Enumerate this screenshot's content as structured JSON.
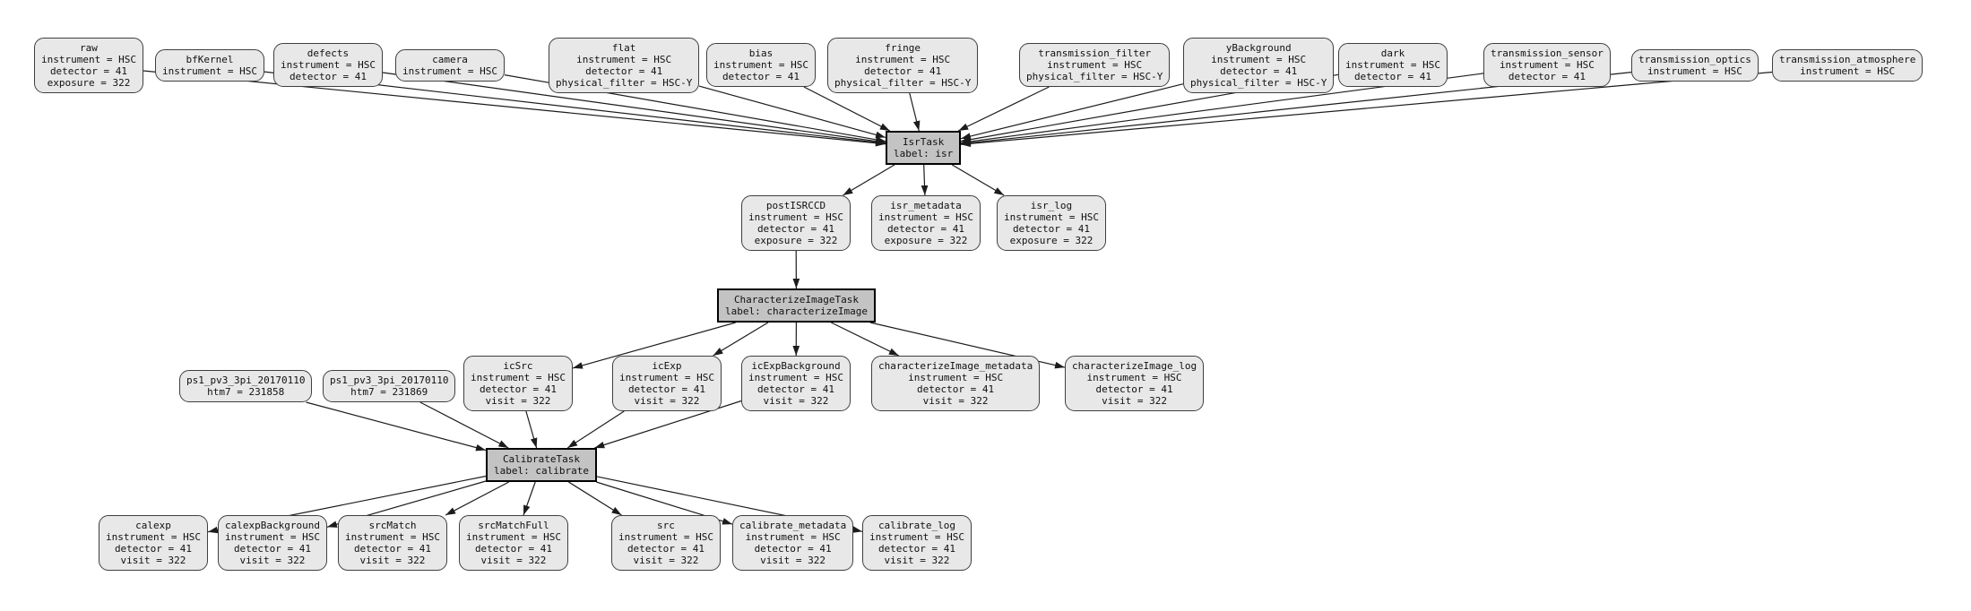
{
  "colors": {
    "page_bg": "#ffffff",
    "dataset_fill": "#e8e8e8",
    "dataset_border": "#3f3f3f",
    "task_fill": "#c3c3c3",
    "task_border": "#000000",
    "edge_color": "#1c1c1c"
  },
  "graph": {
    "nodes": [
      {
        "id": "raw",
        "kind": "dataset",
        "lines": [
          "raw",
          "instrument = HSC",
          "detector = 41",
          "exposure = 322"
        ]
      },
      {
        "id": "bfKernel",
        "kind": "dataset",
        "lines": [
          "bfKernel",
          "instrument = HSC"
        ]
      },
      {
        "id": "defects",
        "kind": "dataset",
        "lines": [
          "defects",
          "instrument = HSC",
          "detector = 41"
        ]
      },
      {
        "id": "camera",
        "kind": "dataset",
        "lines": [
          "camera",
          "instrument = HSC"
        ]
      },
      {
        "id": "flat",
        "kind": "dataset",
        "lines": [
          "flat",
          "instrument = HSC",
          "detector = 41",
          "physical_filter = HSC-Y"
        ]
      },
      {
        "id": "bias",
        "kind": "dataset",
        "lines": [
          "bias",
          "instrument = HSC",
          "detector = 41"
        ]
      },
      {
        "id": "fringe",
        "kind": "dataset",
        "lines": [
          "fringe",
          "instrument = HSC",
          "detector = 41",
          "physical_filter = HSC-Y"
        ]
      },
      {
        "id": "transmission_filter",
        "kind": "dataset",
        "lines": [
          "transmission_filter",
          "instrument = HSC",
          "physical_filter = HSC-Y"
        ]
      },
      {
        "id": "yBackground",
        "kind": "dataset",
        "lines": [
          "yBackground",
          "instrument = HSC",
          "detector = 41",
          "physical_filter = HSC-Y"
        ]
      },
      {
        "id": "dark",
        "kind": "dataset",
        "lines": [
          "dark",
          "instrument = HSC",
          "detector = 41"
        ]
      },
      {
        "id": "transmission_sensor",
        "kind": "dataset",
        "lines": [
          "transmission_sensor",
          "instrument = HSC",
          "detector = 41"
        ]
      },
      {
        "id": "transmission_optics",
        "kind": "dataset",
        "lines": [
          "transmission_optics",
          "instrument = HSC"
        ]
      },
      {
        "id": "transmission_atmosphere",
        "kind": "dataset",
        "lines": [
          "transmission_atmosphere",
          "instrument = HSC"
        ]
      },
      {
        "id": "isr",
        "kind": "task",
        "lines": [
          "IsrTask",
          "label: isr"
        ]
      },
      {
        "id": "postISRCCD",
        "kind": "dataset",
        "lines": [
          "postISRCCD",
          "instrument = HSC",
          "detector = 41",
          "exposure = 322"
        ]
      },
      {
        "id": "isr_metadata",
        "kind": "dataset",
        "lines": [
          "isr_metadata",
          "instrument = HSC",
          "detector = 41",
          "exposure = 322"
        ]
      },
      {
        "id": "isr_log",
        "kind": "dataset",
        "lines": [
          "isr_log",
          "instrument = HSC",
          "detector = 41",
          "exposure = 322"
        ]
      },
      {
        "id": "characterizeImage",
        "kind": "task",
        "lines": [
          "CharacterizeImageTask",
          "label: characterizeImage"
        ]
      },
      {
        "id": "ps1_pv3_3pi_20170110_231858",
        "kind": "dataset",
        "lines": [
          "ps1_pv3_3pi_20170110",
          "htm7 = 231858"
        ]
      },
      {
        "id": "ps1_pv3_3pi_20170110_231869",
        "kind": "dataset",
        "lines": [
          "ps1_pv3_3pi_20170110",
          "htm7 = 231869"
        ]
      },
      {
        "id": "icSrc",
        "kind": "dataset",
        "lines": [
          "icSrc",
          "instrument = HSC",
          "detector = 41",
          "visit = 322"
        ]
      },
      {
        "id": "icExp",
        "kind": "dataset",
        "lines": [
          "icExp",
          "instrument = HSC",
          "detector = 41",
          "visit = 322"
        ]
      },
      {
        "id": "icExpBackground",
        "kind": "dataset",
        "lines": [
          "icExpBackground",
          "instrument = HSC",
          "detector = 41",
          "visit = 322"
        ]
      },
      {
        "id": "characterizeImage_metadata",
        "kind": "dataset",
        "lines": [
          "characterizeImage_metadata",
          "instrument = HSC",
          "detector = 41",
          "visit = 322"
        ]
      },
      {
        "id": "characterizeImage_log",
        "kind": "dataset",
        "lines": [
          "characterizeImage_log",
          "instrument = HSC",
          "detector = 41",
          "visit = 322"
        ]
      },
      {
        "id": "calibrate",
        "kind": "task",
        "lines": [
          "CalibrateTask",
          "label: calibrate"
        ]
      },
      {
        "id": "calexp",
        "kind": "dataset",
        "lines": [
          "calexp",
          "instrument = HSC",
          "detector = 41",
          "visit = 322"
        ]
      },
      {
        "id": "calexpBackground",
        "kind": "dataset",
        "lines": [
          "calexpBackground",
          "instrument = HSC",
          "detector = 41",
          "visit = 322"
        ]
      },
      {
        "id": "srcMatch",
        "kind": "dataset",
        "lines": [
          "srcMatch",
          "instrument = HSC",
          "detector = 41",
          "visit = 322"
        ]
      },
      {
        "id": "srcMatchFull",
        "kind": "dataset",
        "lines": [
          "srcMatchFull",
          "instrument = HSC",
          "detector = 41",
          "visit = 322"
        ]
      },
      {
        "id": "src",
        "kind": "dataset",
        "lines": [
          "src",
          "instrument = HSC",
          "detector = 41",
          "visit = 322"
        ]
      },
      {
        "id": "calibrate_metadata",
        "kind": "dataset",
        "lines": [
          "calibrate_metadata",
          "instrument = HSC",
          "detector = 41",
          "visit = 322"
        ]
      },
      {
        "id": "calibrate_log",
        "kind": "dataset",
        "lines": [
          "calibrate_log",
          "instrument = HSC",
          "detector = 41",
          "visit = 322"
        ]
      }
    ],
    "edges": [
      {
        "from": "raw",
        "to": "isr"
      },
      {
        "from": "bfKernel",
        "to": "isr"
      },
      {
        "from": "defects",
        "to": "isr"
      },
      {
        "from": "camera",
        "to": "isr"
      },
      {
        "from": "flat",
        "to": "isr"
      },
      {
        "from": "bias",
        "to": "isr"
      },
      {
        "from": "fringe",
        "to": "isr"
      },
      {
        "from": "transmission_filter",
        "to": "isr"
      },
      {
        "from": "yBackground",
        "to": "isr"
      },
      {
        "from": "dark",
        "to": "isr"
      },
      {
        "from": "transmission_sensor",
        "to": "isr"
      },
      {
        "from": "transmission_optics",
        "to": "isr"
      },
      {
        "from": "transmission_atmosphere",
        "to": "isr"
      },
      {
        "from": "isr",
        "to": "postISRCCD"
      },
      {
        "from": "isr",
        "to": "isr_metadata"
      },
      {
        "from": "isr",
        "to": "isr_log"
      },
      {
        "from": "postISRCCD",
        "to": "characterizeImage"
      },
      {
        "from": "characterizeImage",
        "to": "icSrc"
      },
      {
        "from": "characterizeImage",
        "to": "icExp"
      },
      {
        "from": "characterizeImage",
        "to": "icExpBackground"
      },
      {
        "from": "characterizeImage",
        "to": "characterizeImage_metadata"
      },
      {
        "from": "characterizeImage",
        "to": "characterizeImage_log"
      },
      {
        "from": "ps1_pv3_3pi_20170110_231858",
        "to": "calibrate"
      },
      {
        "from": "ps1_pv3_3pi_20170110_231869",
        "to": "calibrate"
      },
      {
        "from": "icSrc",
        "to": "calibrate"
      },
      {
        "from": "icExp",
        "to": "calibrate"
      },
      {
        "from": "icExpBackground",
        "to": "calibrate"
      },
      {
        "from": "calibrate",
        "to": "calexp"
      },
      {
        "from": "calibrate",
        "to": "calexpBackground"
      },
      {
        "from": "calibrate",
        "to": "srcMatch"
      },
      {
        "from": "calibrate",
        "to": "srcMatchFull"
      },
      {
        "from": "calibrate",
        "to": "src"
      },
      {
        "from": "calibrate",
        "to": "calibrate_metadata"
      },
      {
        "from": "calibrate",
        "to": "calibrate_log"
      }
    ]
  }
}
